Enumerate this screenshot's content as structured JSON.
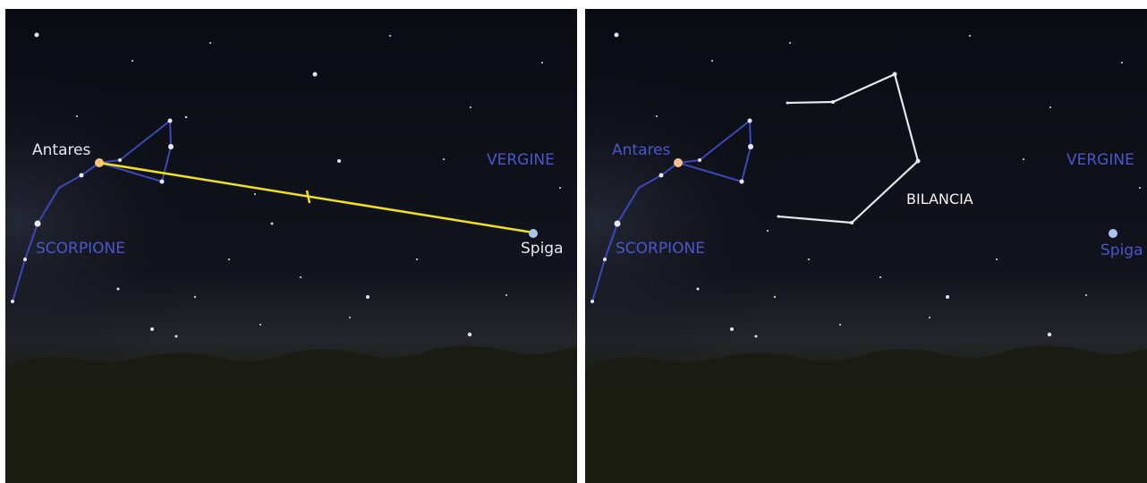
{
  "panels": [
    {
      "id": "left",
      "labels": {
        "antares": "Antares",
        "spiga": "Spiga",
        "scorpione": "SCORPIONE",
        "vergine": "VERGINE"
      },
      "line_color": "#f2e21a"
    },
    {
      "id": "right",
      "labels": {
        "antares": "Antares",
        "spiga": "Spiga",
        "scorpione": "SCORPIONE",
        "vergine": "VERGINE",
        "bilancia": "BILANCIA"
      }
    }
  ],
  "colors": {
    "constellation_lines": "#3d47b8",
    "highlighted_lines": "#e8e8ec",
    "sky_top": "#0b0d15",
    "ground": "#1c1d12"
  }
}
